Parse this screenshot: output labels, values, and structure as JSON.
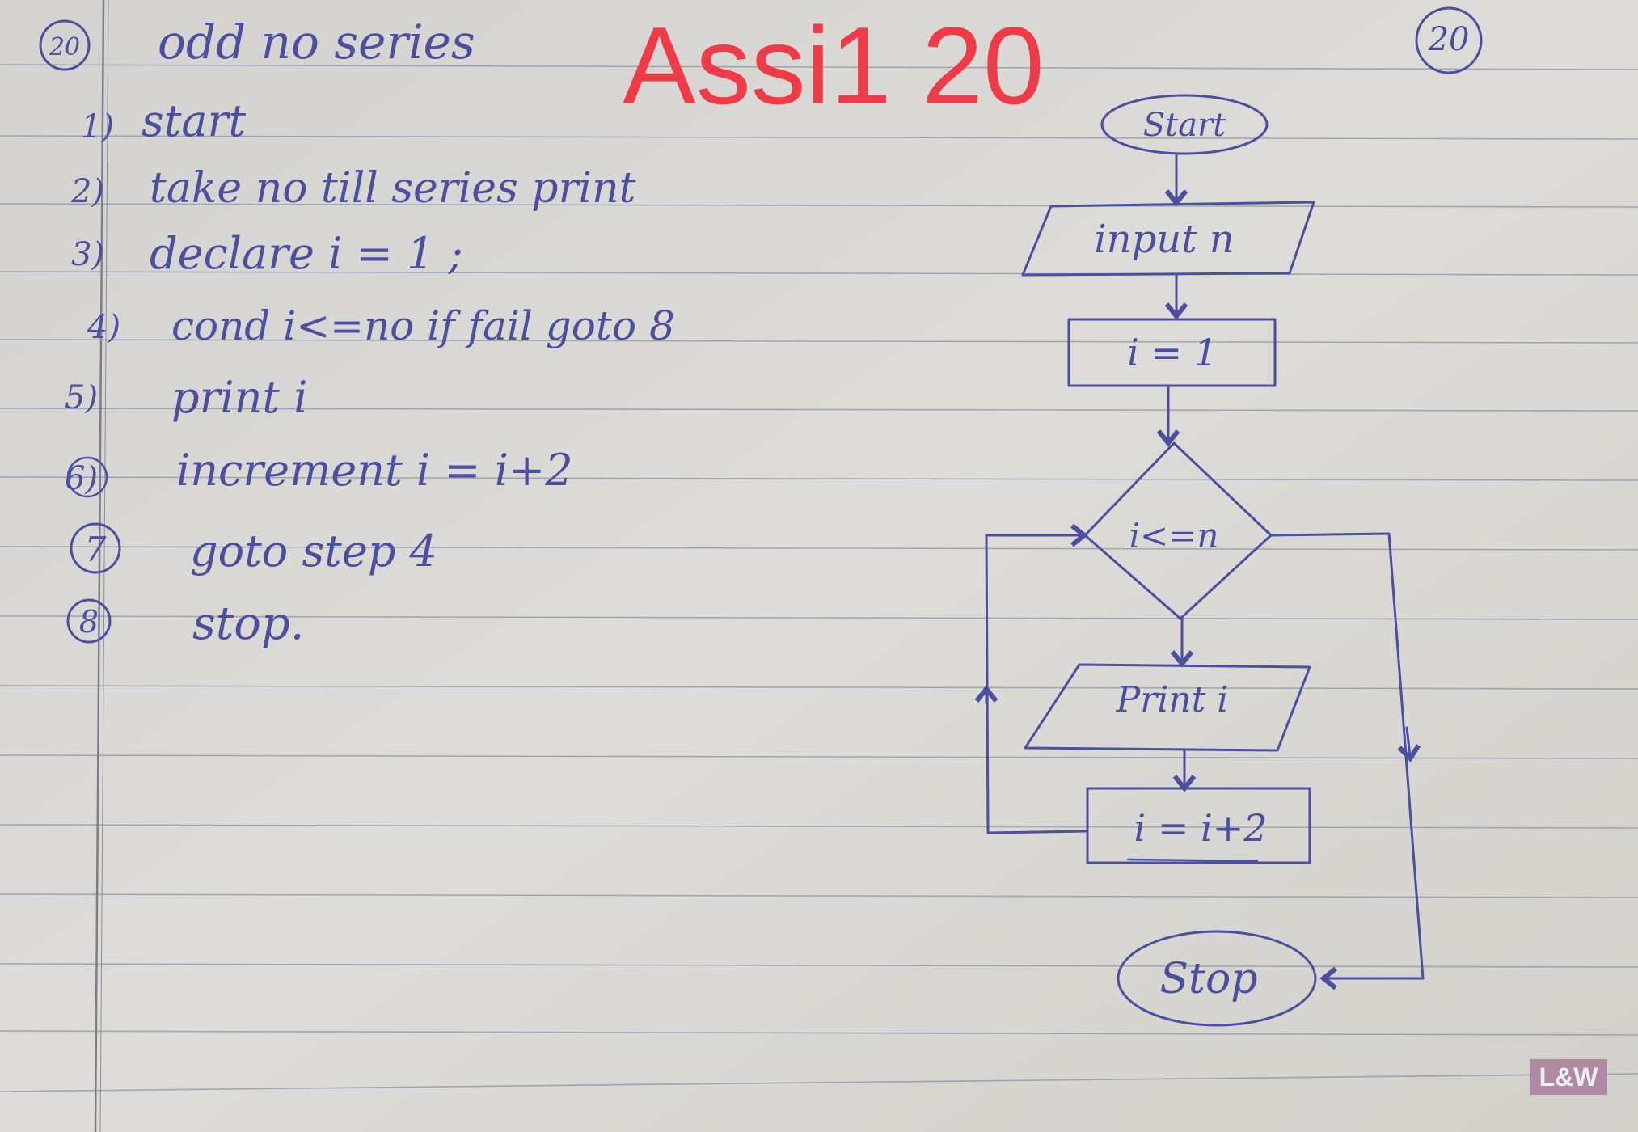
{
  "overlay_title": "Assi1 20",
  "page_number": "20",
  "heading": {
    "number": "20",
    "text": "odd no series"
  },
  "algorithm_steps": [
    {
      "num": "1)",
      "text": "start"
    },
    {
      "num": "2)",
      "text": "take no till series print"
    },
    {
      "num": "3)",
      "text": "declare i = 1 ;"
    },
    {
      "num": "4)",
      "text": "cond i<=no if fail goto 8"
    },
    {
      "num": "5)",
      "text": "print i"
    },
    {
      "num": "6)",
      "text": "increment i = i+2"
    },
    {
      "num": "7",
      "text": "goto step 4"
    },
    {
      "num": "8",
      "text": "stop."
    }
  ],
  "flowchart": {
    "start": "Start",
    "input": "input n",
    "init": "i = 1",
    "condition": "i<=n",
    "output": "Print i",
    "increment": "i = i+2",
    "stop": "Stop"
  },
  "brand": "L&W",
  "colors": {
    "ink": "#4a4fa0",
    "overlay": "#ef3b48",
    "paper": "#dcdad6",
    "rule": "#8a93a6",
    "margin": "#7a7f8e"
  }
}
